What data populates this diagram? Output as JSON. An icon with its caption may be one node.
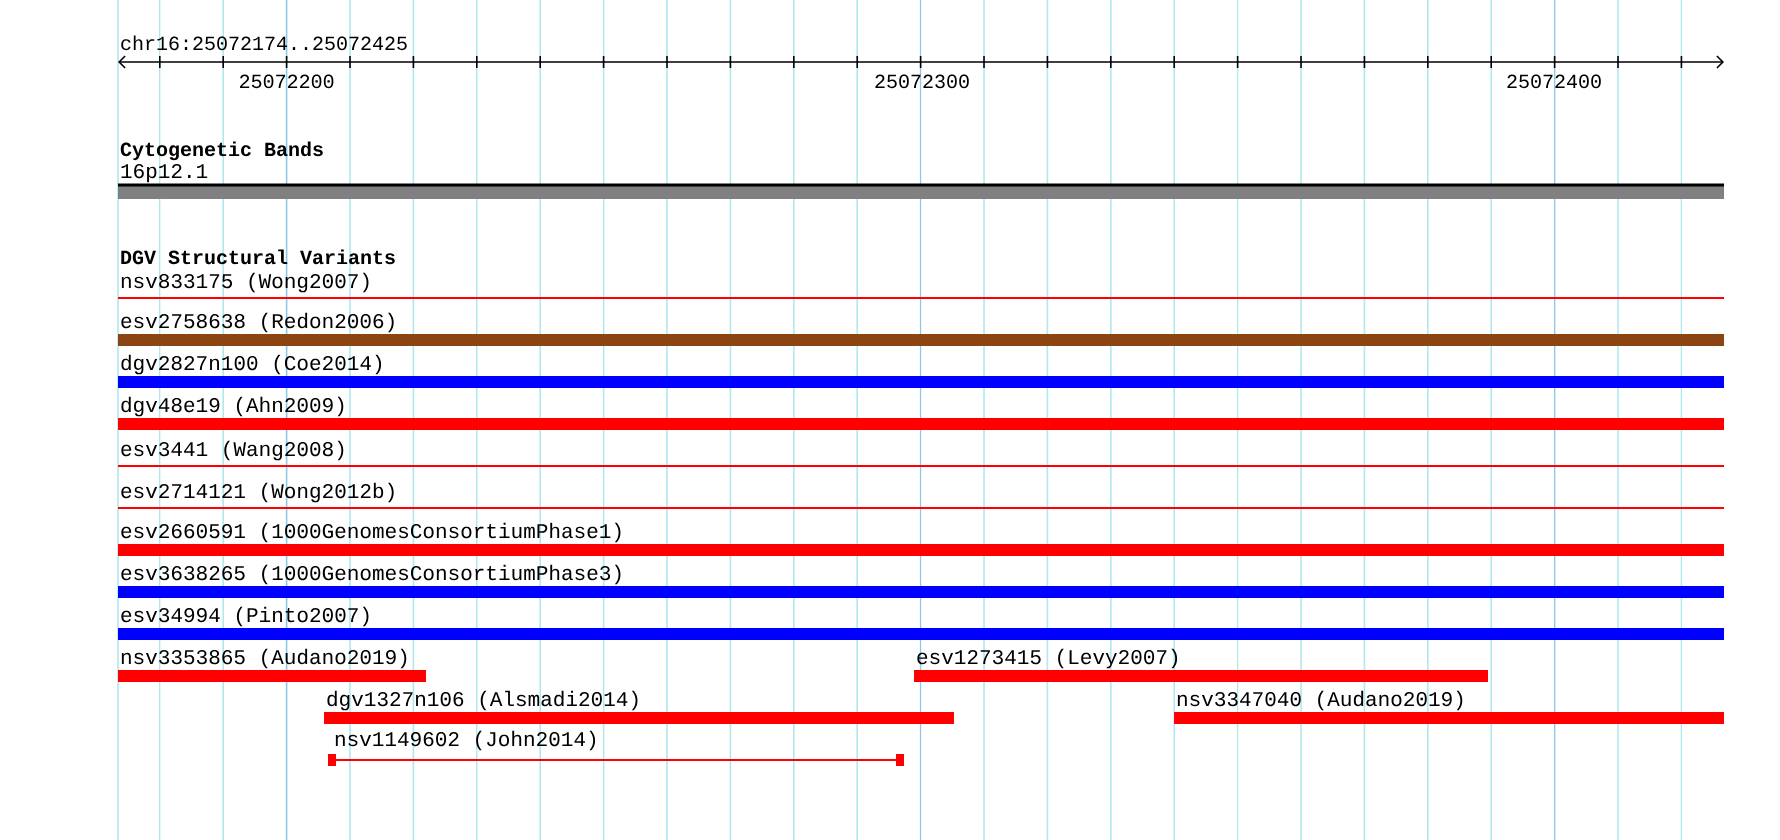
{
  "diagram": {
    "nodes": [
      {
        "text": [
          "16p12.1"
        ]
      },
      {
        "text": [
          "nsv833175 (Wong2007)"
        ]
      },
      {
        "text": [
          "esv2758638 (Redon2006)"
        ]
      },
      {
        "text": [
          "dgv2827n100 (Coe2014)"
        ]
      },
      {
        "text": [
          "dgv48e19 (Ahn2009)"
        ]
      },
      {
        "text": [
          "esv3441 (Wang2008)"
        ]
      },
      {
        "text": [
          "esv2714121 (Wong2012b)"
        ]
      },
      {
        "text": [
          "esv2660591 (1000GenomesConsortiumPhase1)"
        ]
      },
      {
        "text": [
          "esv3638265 (1000GenomesConsortiumPhase3)"
        ]
      },
      {
        "text": [
          "esv34994 (Pinto2007)"
        ]
      },
      {
        "text": [
          "nsv3353865 (Audano2019)"
        ]
      },
      {
        "text": [
          "esv1273415 (Levy2007)"
        ]
      },
      {
        "text": [
          "dgv1327n106 (Alsmadi2014)"
        ]
      },
      {
        "text": [
          "nsv3347040 (Audano2019)"
        ]
      },
      {
        "text": [
          "nsv1149602 (John2014)"
        ]
      }
    ],
    "labels": [
      "chr16:25072174..25072425",
      "25072200",
      "25072300",
      "25072400",
      "Cytogenetic Bands",
      "DGV Structural Variants"
    ]
  }
}
